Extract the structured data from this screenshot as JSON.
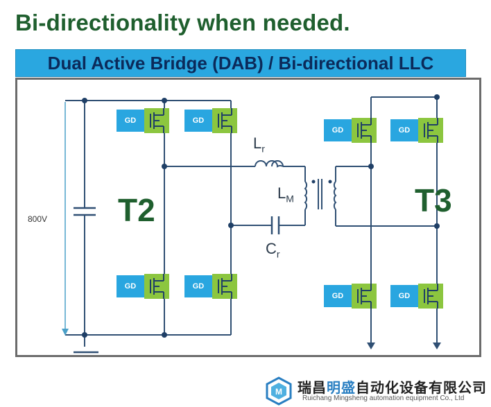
{
  "header": {
    "title": "Bi-directionality when needed.",
    "banner": "Dual Active  Bridge (DAB) / Bi-directional LLC"
  },
  "diagram": {
    "left_bridge_label": "T2",
    "right_bridge_label": "T3",
    "voltage": "800V",
    "inductor_r": "L",
    "inductor_r_sub": "r",
    "magnetizing": "L",
    "magnetizing_sub": "M",
    "capacitor": "C",
    "capacitor_sub": "r",
    "gate_driver_label": "GD",
    "colors": {
      "gate_driver": "#29a6e0",
      "switch": "#8cc63f",
      "wire": "#2f4f73",
      "node": "#1f3f66"
    }
  },
  "footer": {
    "company_a": "瑞昌",
    "company_b": "明盛",
    "company_c": "自动化设备有限公司",
    "company_en": "Ruichang Mingsheng automation equipment Co., Ltd"
  }
}
